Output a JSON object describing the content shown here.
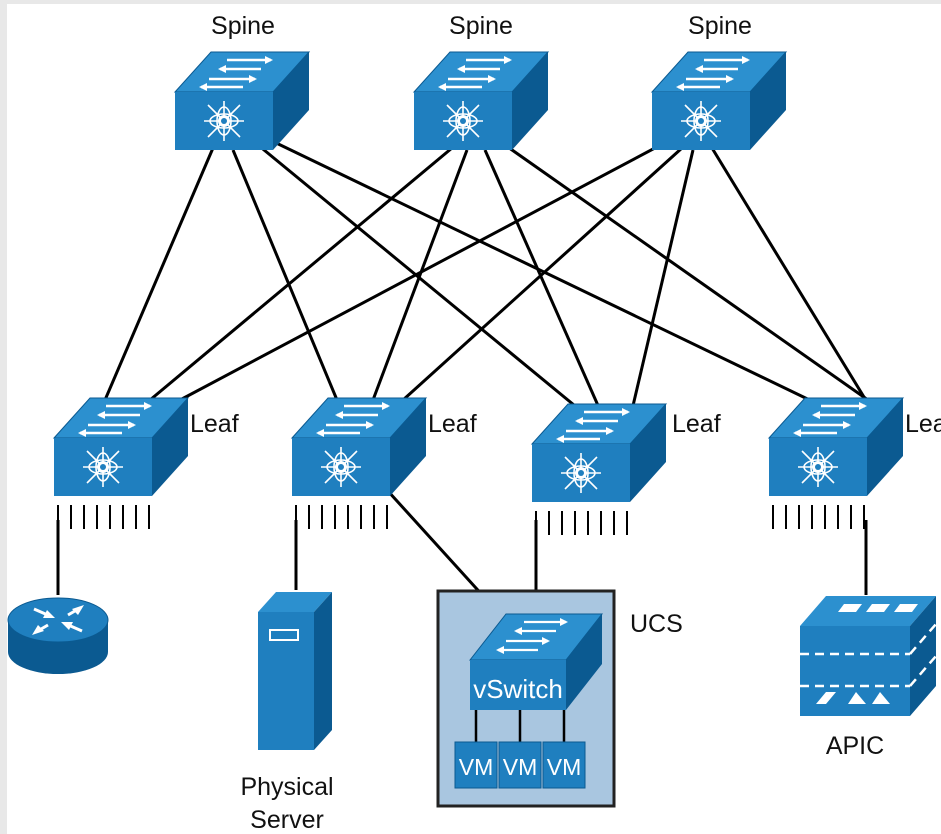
{
  "labels": {
    "spine": "Spine",
    "leaf": "Leaf",
    "leaf_cut": "Lea",
    "ucs": "UCS",
    "vswitch": "vSwitch",
    "vm": "VM",
    "apic": "APIC",
    "physical_server_line1": "Physical",
    "physical_server_line2": "Server"
  },
  "colors": {
    "device_blue": "#1f7fbf",
    "device_dark": "#0b5a91",
    "device_top": "#2c90cf",
    "ucs_fill": "#a9c6e0",
    "link": "#000000"
  },
  "icons": [
    "switch-icon",
    "router-icon",
    "server-icon",
    "apic-icon"
  ]
}
